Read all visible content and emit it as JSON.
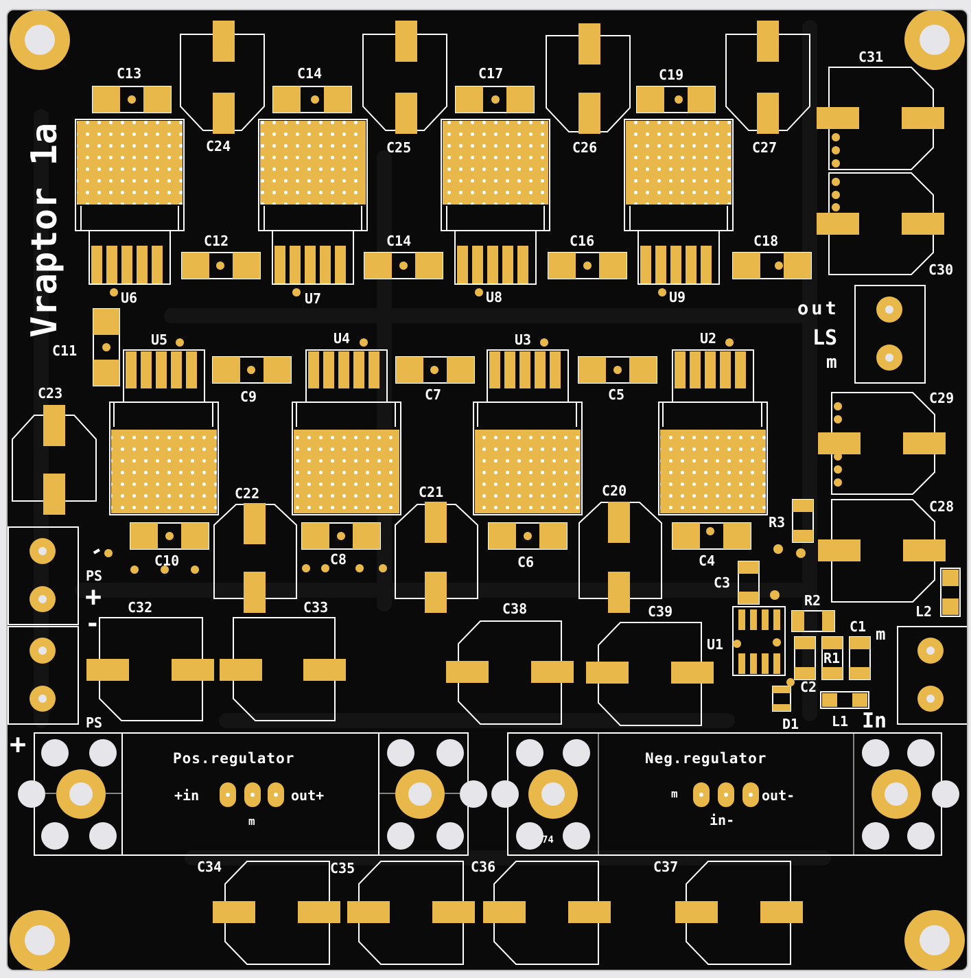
{
  "board": {
    "title": "Vraptor 1a",
    "colors": {
      "background": "#e9e9ec",
      "pcb": "#0a0a0a",
      "copper": "#e8b84a",
      "silkscreen": "#ffffff",
      "hole": "#e6e6ea",
      "trace": "#141414"
    }
  },
  "labels": {
    "C13": "C13",
    "C14a": "C14",
    "C17": "C17",
    "C19": "C19",
    "C31": "C31",
    "C24": "C24",
    "C25": "C25",
    "C26": "C26",
    "C27": "C27",
    "C12": "C12",
    "C14b": "C14",
    "C16": "C16",
    "C18": "C18",
    "C30": "C30",
    "U6": "U6",
    "U7": "U7",
    "U8": "U8",
    "U9": "U9",
    "U5": "U5",
    "U4": "U4",
    "U3": "U3",
    "U2": "U2",
    "C11": "C11",
    "C9": "C9",
    "C7": "C7",
    "C5": "C5",
    "C23": "C23",
    "C29": "C29",
    "C28": "C28",
    "C22": "C22",
    "C21": "C21",
    "C20": "C20",
    "R3": "R3",
    "C10": "C10",
    "C8": "C8",
    "C6": "C6",
    "C4": "C4",
    "C3": "C3",
    "R2": "R2",
    "L2": "L2",
    "C32": "C32",
    "C33": "C33",
    "C38": "C38",
    "C39": "C39",
    "U1": "U1",
    "C1": "C1",
    "R1": "R1",
    "C2": "C2",
    "D1": "D1",
    "L1": "L1",
    "C34": "C34",
    "C35": "C35",
    "C36": "C36",
    "C37": "C37"
  },
  "connectors": {
    "ls_out": "out",
    "ls_ls": "LS",
    "ls_m": "m",
    "ps1_minus": "-",
    "ps1_label": "PS",
    "ps1_plus": "+",
    "ps2_minus": "-",
    "ps2_label": "PS",
    "in_m": "m",
    "in_label": "In"
  },
  "regulators": {
    "plus_sign": "+",
    "pos_title": "Pos.regulator",
    "pos_in": "+in",
    "pos_out": "out+",
    "pos_m": "m",
    "neg_title": "Neg.regulator",
    "neg_m": "m",
    "neg_out": "out-",
    "neg_in": "in-",
    "neg_tag": "74"
  }
}
